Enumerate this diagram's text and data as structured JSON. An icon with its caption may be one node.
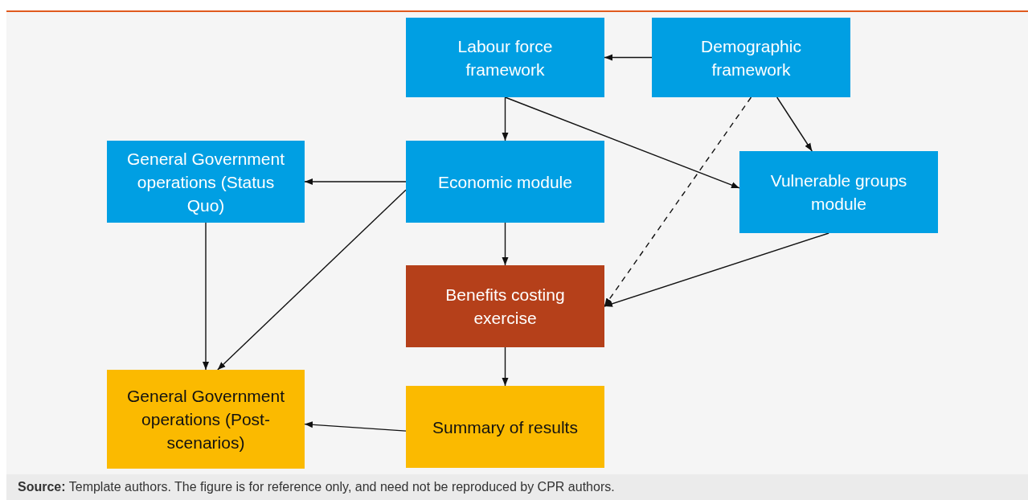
{
  "diagram": {
    "caption": "**Source:** Template authors. The figure is for reference only, and need not be reproduced by CPR authors.",
    "nodes": [
      {
        "text": [
          "Labour force framework"
        ]
      },
      {
        "text": [
          "Demographic framework"
        ]
      },
      {
        "text": [
          "General Government operations (Status Quo)"
        ]
      },
      {
        "text": [
          "Economic module"
        ]
      },
      {
        "text": [
          "Vulnerable groups module"
        ]
      },
      {
        "text": [
          "Benefits costing exercise"
        ]
      },
      {
        "text": [
          "General Government operations (Post-scenarios)"
        ]
      },
      {
        "text": [
          "Summary of results"
        ]
      }
    ],
    "edges": [
      {
        "from": 1,
        "to": 0,
        "arrow": "to"
      },
      {
        "from": 0,
        "to": 3,
        "arrow": "to"
      },
      {
        "from": 0,
        "to": 4,
        "arrow": "to"
      },
      {
        "from": 1,
        "to": 4,
        "arrow": "to"
      },
      {
        "from": 1,
        "to": 5,
        "arrow": "to",
        "style": "dashed"
      },
      {
        "from": 3,
        "to": 2,
        "arrow": "to"
      },
      {
        "from": 3,
        "to": 6,
        "arrow": "to"
      },
      {
        "from": 3,
        "to": 5,
        "arrow": "to"
      },
      {
        "from": 2,
        "to": 6,
        "arrow": "to"
      },
      {
        "from": 4,
        "to": 5,
        "arrow": "to"
      },
      {
        "from": 5,
        "to": 7,
        "arrow": "to"
      },
      {
        "from": 7,
        "to": 6,
        "arrow": "to"
      }
    ]
  }
}
